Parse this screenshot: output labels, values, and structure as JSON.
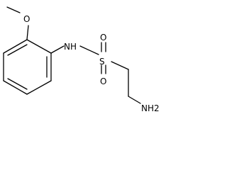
{
  "molecule": {
    "atoms": {
      "methoxy_oxygen": "O",
      "amide_nitrogen": "NH",
      "sulfur": "S",
      "sulfonyl_oxygen_top": "O",
      "sulfonyl_oxygen_bottom": "O",
      "amine": "NH2"
    }
  },
  "colors": {
    "bond": "#000000",
    "label": "#000000",
    "background": "#ffffff"
  }
}
